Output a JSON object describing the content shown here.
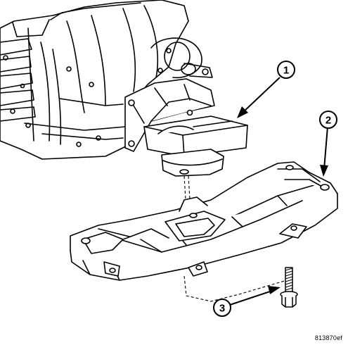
{
  "callouts": [
    {
      "number": "1"
    },
    {
      "number": "2"
    },
    {
      "number": "3"
    }
  ],
  "figure_id": "813870ef"
}
